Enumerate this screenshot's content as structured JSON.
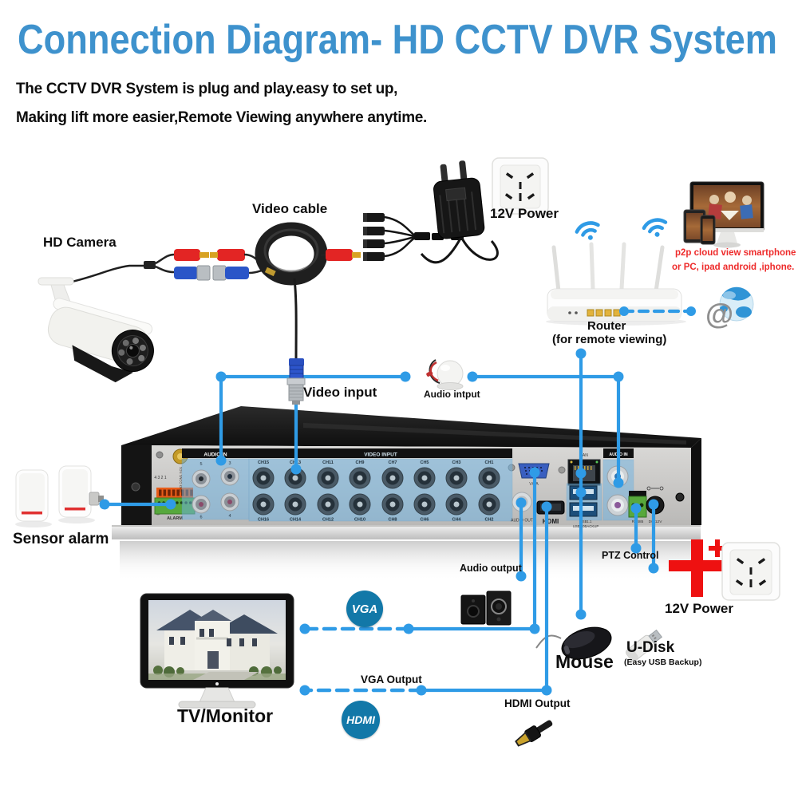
{
  "title": "Connection Diagram- HD CCTV DVR System",
  "subtitle": {
    "line1": "The CCTV DVR System is plug and play.easy to set up,",
    "line2": "Making lift more easier,Remote Viewing anywhere anytime."
  },
  "colors": {
    "title_blue": "#3e92cd",
    "accent_blue": "#2f9be6",
    "label_red": "#ee2b2b",
    "badge_blue": "#1278a8",
    "overlay_blue": "#6fb3e2"
  },
  "labels": {
    "hd_camera": "HD Camera",
    "video_cable": "Video cable",
    "power_top": "12V Power",
    "p2p_line1": "p2p cloud  view smartphone",
    "p2p_line2": "or PC, ipad android ,iphone.",
    "router_line1": "Router",
    "router_line2": "(for remote viewing)",
    "video_input": "Video input",
    "audio_input": "Audio intput",
    "sensor_alarm": "Sensor alarm",
    "audio_output": "Audio output",
    "ptz_control": "PTZ Control",
    "power_bottom": "12V Power",
    "vga_badge": "VGA",
    "hdmi_badge": "HDMI",
    "vga_output": "VGA Output",
    "hdmi_output": "HDMI Output",
    "mouse": "Mouse",
    "udisk": "U-Disk",
    "udisk_sub": "(Easy USB Backup)",
    "tv_monitor": "TV/Monitor"
  },
  "dvr": {
    "audio_in_left_label": "AUDIO IN",
    "video_input_label": "VIDEO INPUT",
    "audio_in_right_label": "AUDIO IN",
    "alarm_label": "ALARM",
    "alarm_pins_row": "4 3 2 1",
    "alarm_pins_col": "GND COM1 NO1",
    "audio_jack_numbers": [
      "5",
      "3",
      "6",
      "4"
    ],
    "channels_top": [
      "CH15",
      "CH13",
      "CH11",
      "CH9",
      "CH7",
      "CH5",
      "CH3",
      "CH1"
    ],
    "channels_bottom": [
      "CH16",
      "CH14",
      "CH12",
      "CH10",
      "CH8",
      "CH6",
      "CH4",
      "CH2"
    ],
    "port_labels": {
      "vga": "VGA",
      "audio_out": "AUDIO OUT",
      "hdmi": "HDMI",
      "lan": "LAN",
      "usb1": "USB1.1",
      "usb2": "USB2.0BACKUP",
      "rs485": "RS485",
      "dc12v": "DC 12V"
    }
  }
}
